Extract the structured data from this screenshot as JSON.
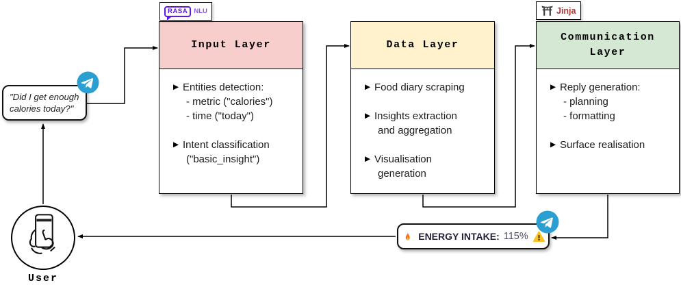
{
  "diagram": {
    "bullet_marker": "▶",
    "layers": [
      {
        "title": "Input Layer",
        "header_color": "#f8cecc",
        "badge": {
          "logo": "RASA",
          "suffix": "NLU",
          "color": "#5b16e8",
          "icon": "rasa-speech-bubble-logo"
        },
        "bullets": [
          {
            "text": "Entities detection:",
            "subs": [
              "- metric (\"calories\")",
              "- time (\"today\")"
            ]
          },
          {
            "text": "Intent classification",
            "subs": [
              "(\"basic_insight\")"
            ]
          }
        ]
      },
      {
        "title": "Data Layer",
        "header_color": "#fff2cc",
        "bullets": [
          {
            "text": "Food diary scraping",
            "subs": []
          },
          {
            "text": "Insights extraction",
            "subs": [
              "and aggregation"
            ]
          },
          {
            "text": "Visualisation",
            "subs": [
              "generation"
            ]
          }
        ]
      },
      {
        "title": "Communication Layer",
        "header_color": "#d5e8d4",
        "badge": {
          "logo": "Jinja",
          "color": "#b43131",
          "icon": "torii-gate-icon"
        },
        "bullets": [
          {
            "text": "Reply generation:",
            "subs": [
              "- planning",
              "- formatting"
            ]
          },
          {
            "text": "Surface realisation",
            "subs": []
          }
        ]
      }
    ],
    "user": {
      "label": "User",
      "message": "\"Did I get enough calories today?\""
    },
    "notification": {
      "label": "ENERGY INTAKE:",
      "value": "115%",
      "left_icon": "fire-icon",
      "right_icon": "warning-icon"
    },
    "colors": {
      "telegram_blue": "#2b9fd1",
      "flame_orange": "#f4731c",
      "warning_yellow": "#fcc21f",
      "rasa_purple": "#5b16e8",
      "jinja_red": "#b43131",
      "line": "#000000"
    }
  }
}
